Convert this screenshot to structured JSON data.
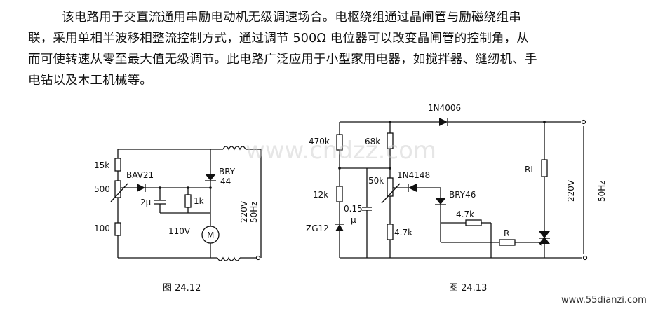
{
  "text": {
    "line1": "该电路用于交直流通用串励电动机无级调速场合。电枢绕组通过晶闸管与励磁绕组串",
    "line2": "联，采用单相半波移相整流控制方式，通过调节 500Ω 电位器可以改变晶闸管的控制角，从",
    "line3": "而可使转速从零至最大值无级调节。此电路广泛应用于小型家用电器，如搅拌器、缝纫机、手",
    "line4": "电钻以及木工机械等。"
  },
  "fig1": {
    "caption": "图 24.12",
    "r_top": "15k",
    "pot": "500",
    "r_bottom": "100",
    "diode": "BAV21",
    "cap": "2μ",
    "r_1k": "1k",
    "thyristor": "BRY",
    "thyristor_sub": "44",
    "motor_voltage": "110V",
    "motor_symbol": "M",
    "supply_v": "220V",
    "supply_hz": "50Hz"
  },
  "fig2": {
    "caption": "图 24.13",
    "diode_top": "1N4006",
    "r470k": "470k",
    "r68k": "68k",
    "r12k": "12k",
    "pot50k": "50k",
    "diode2": "1N4148",
    "cap_val": "0.15",
    "cap_unit": "μ",
    "zener": "ZG12",
    "r4_7k_a": "4.7k",
    "r4_7k_b": "4.7k",
    "bry46": "BRY46",
    "rl": "RL",
    "r": "R",
    "supply_v": "220V",
    "supply_hz": "50Hz"
  },
  "watermark": "www.cndzz.com",
  "site": "www.55dianzi.com"
}
